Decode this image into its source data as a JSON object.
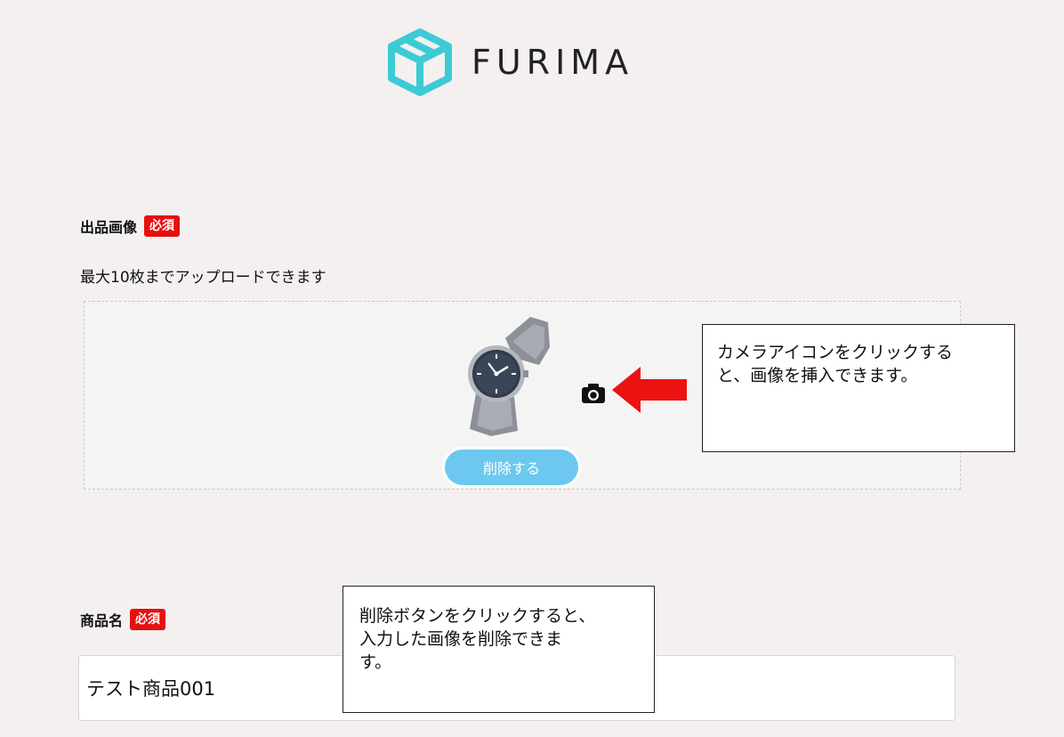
{
  "header": {
    "brand": "FURIMA",
    "brand_color": "#3ccbd5"
  },
  "image_section": {
    "label": "出品画像",
    "required_badge": "必須",
    "note": "最大10枚までアップロードできます",
    "delete_button_label": "削除する",
    "camera_icon": "camera-icon",
    "thumbnail": "watch-thumbnail"
  },
  "name_section": {
    "label": "商品名",
    "required_badge": "必須",
    "value": "テスト商品001"
  },
  "callouts": {
    "camera": [
      "カメラアイコンをクリックする",
      "と、画像を挿入できます。"
    ],
    "delete": [
      "削除ボタンをクリックすると、",
      "入力した画像を削除できま",
      "す。"
    ]
  },
  "colors": {
    "required": "#e6100f",
    "delete_button": "#6cc8ef",
    "arrow": "#ee1111",
    "background": "#f3f0ef"
  }
}
